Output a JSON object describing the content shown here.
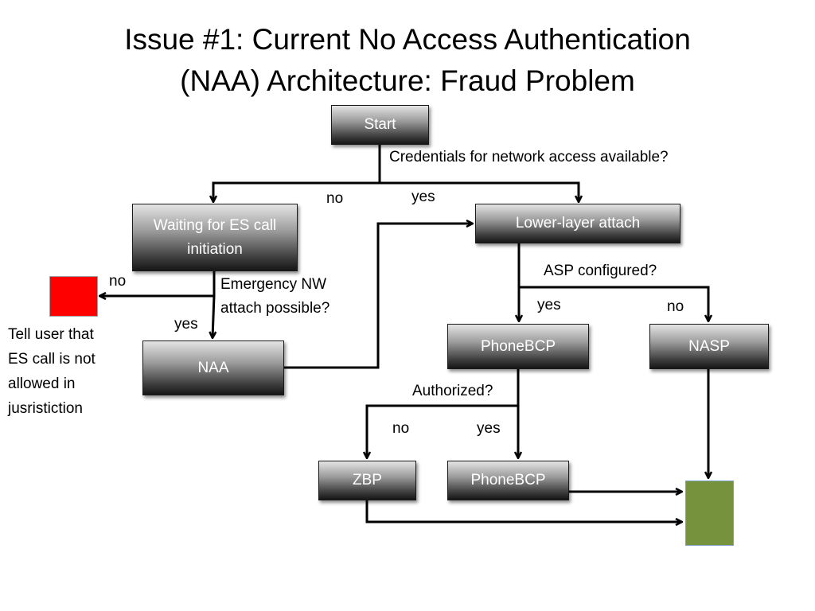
{
  "title": {
    "line1": "Issue #1:  Current No Access Authentication",
    "line2": "(NAA) Architecture: Fraud Problem"
  },
  "boxes": {
    "start": "Start",
    "waiting": "Waiting for ES call initiation",
    "lower_layer": "Lower-layer attach",
    "naa": "NAA",
    "phonebcp_1": "PhoneBCP",
    "nasp": "NASP",
    "zbp": "ZBP",
    "phonebcp_2": "PhoneBCP"
  },
  "labels": {
    "credentials_q": "Credentials for network access available?",
    "no_1": "no",
    "yes_1": "yes",
    "asp_q": "ASP configured?",
    "yes_2": "yes",
    "no_2": "no",
    "no_3": "no",
    "emergency_q_1": "Emergency NW",
    "emergency_q_2": "attach possible?",
    "yes_3": "yes",
    "authorized_q": "Authorized?",
    "no_4": "no",
    "yes_4": "yes",
    "tell_user_1": "Tell user that",
    "tell_user_2": "ES call is not",
    "tell_user_3": "allowed in",
    "tell_user_4": "jusristiction"
  },
  "colors": {
    "reject_terminal": "#ff0000",
    "success_terminal": "#76923c"
  }
}
